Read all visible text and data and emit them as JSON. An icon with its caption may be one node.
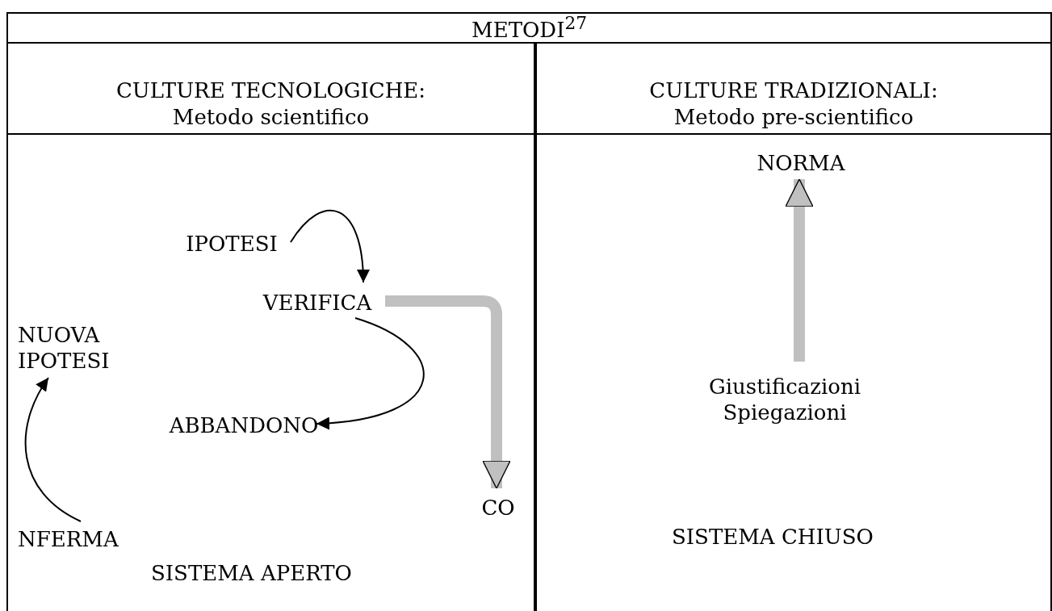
{
  "diagram": {
    "nodes": [
      {
        "text": [
          "METODI$^{27}$"
        ]
      },
      {
        "text": [
          "CULTURE TECNOLOGICHE:",
          "Metodo scientifico"
        ]
      },
      {
        "text": [
          "CULTURE TRADIZIONALI:",
          "Metodo pre-scientifico"
        ]
      },
      {
        "text": [
          "SISTEMA APERTO"
        ]
      },
      {
        "text": [
          "IPOTESI"
        ],
        "in": 3
      },
      {
        "text": [
          "VERIFICA"
        ],
        "in": 3
      },
      {
        "text": [
          "NUOVA IPOTESI"
        ],
        "in": 3
      },
      {
        "text": [
          "ABBANDONO"
        ],
        "in": 3
      },
      {
        "text": [
          "CO"
        ],
        "in": 3
      },
      {
        "text": [
          "NFERMA"
        ],
        "in": 3
      },
      {
        "text": [
          "SISTEMA CHIUSO"
        ]
      },
      {
        "text": [
          "NORMA"
        ],
        "in": 10
      },
      {
        "text": [
          "Giustificazioni Spiegazioni"
        ],
        "in": 10
      }
    ],
    "edges": [
      {
        "from": 4,
        "to": 5,
        "arrow": "to"
      },
      {
        "from": 5,
        "to": 7,
        "arrow": "to"
      },
      {
        "from": 5,
        "to": 8,
        "arrow": "to",
        "style": "thick",
        "color": "#c0c0c0"
      },
      {
        "from": 9,
        "to": 6,
        "arrow": "to"
      },
      {
        "from": 12,
        "to": 11,
        "arrow": "to",
        "style": "thick",
        "color": "#c0c0c0"
      }
    ]
  }
}
